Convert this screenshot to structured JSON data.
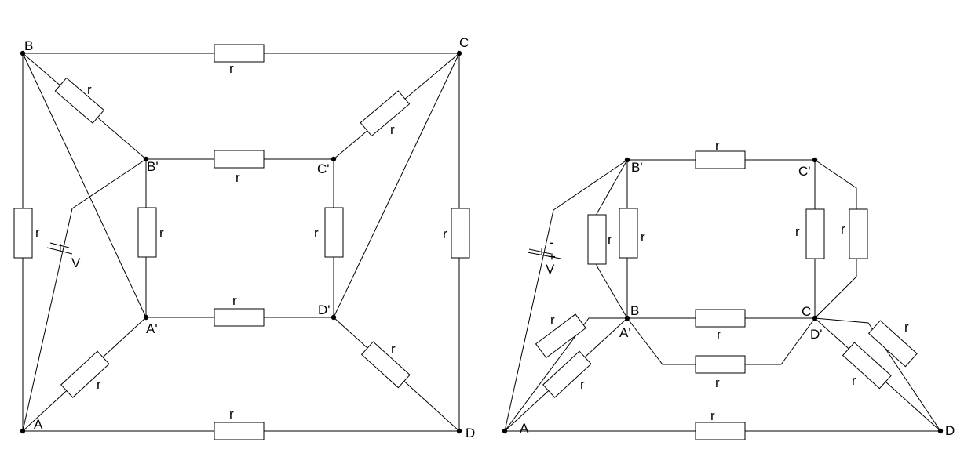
{
  "left_circuit": {
    "nodes": {
      "A": "A",
      "B": "B",
      "C": "C",
      "D": "D",
      "A1": "A'",
      "B1": "B'",
      "C1": "C'",
      "D1": "D'"
    },
    "resistor_label": "r",
    "source_label": "V"
  },
  "right_circuit": {
    "nodes": {
      "A": "A",
      "B": "B",
      "C": "C",
      "D": "D",
      "A1": "A'",
      "B1": "B'",
      "C1": "C'",
      "D1": "D'"
    },
    "resistor_label": "r",
    "source_label": "V",
    "source_minus": "-",
    "source_plus": "+"
  }
}
